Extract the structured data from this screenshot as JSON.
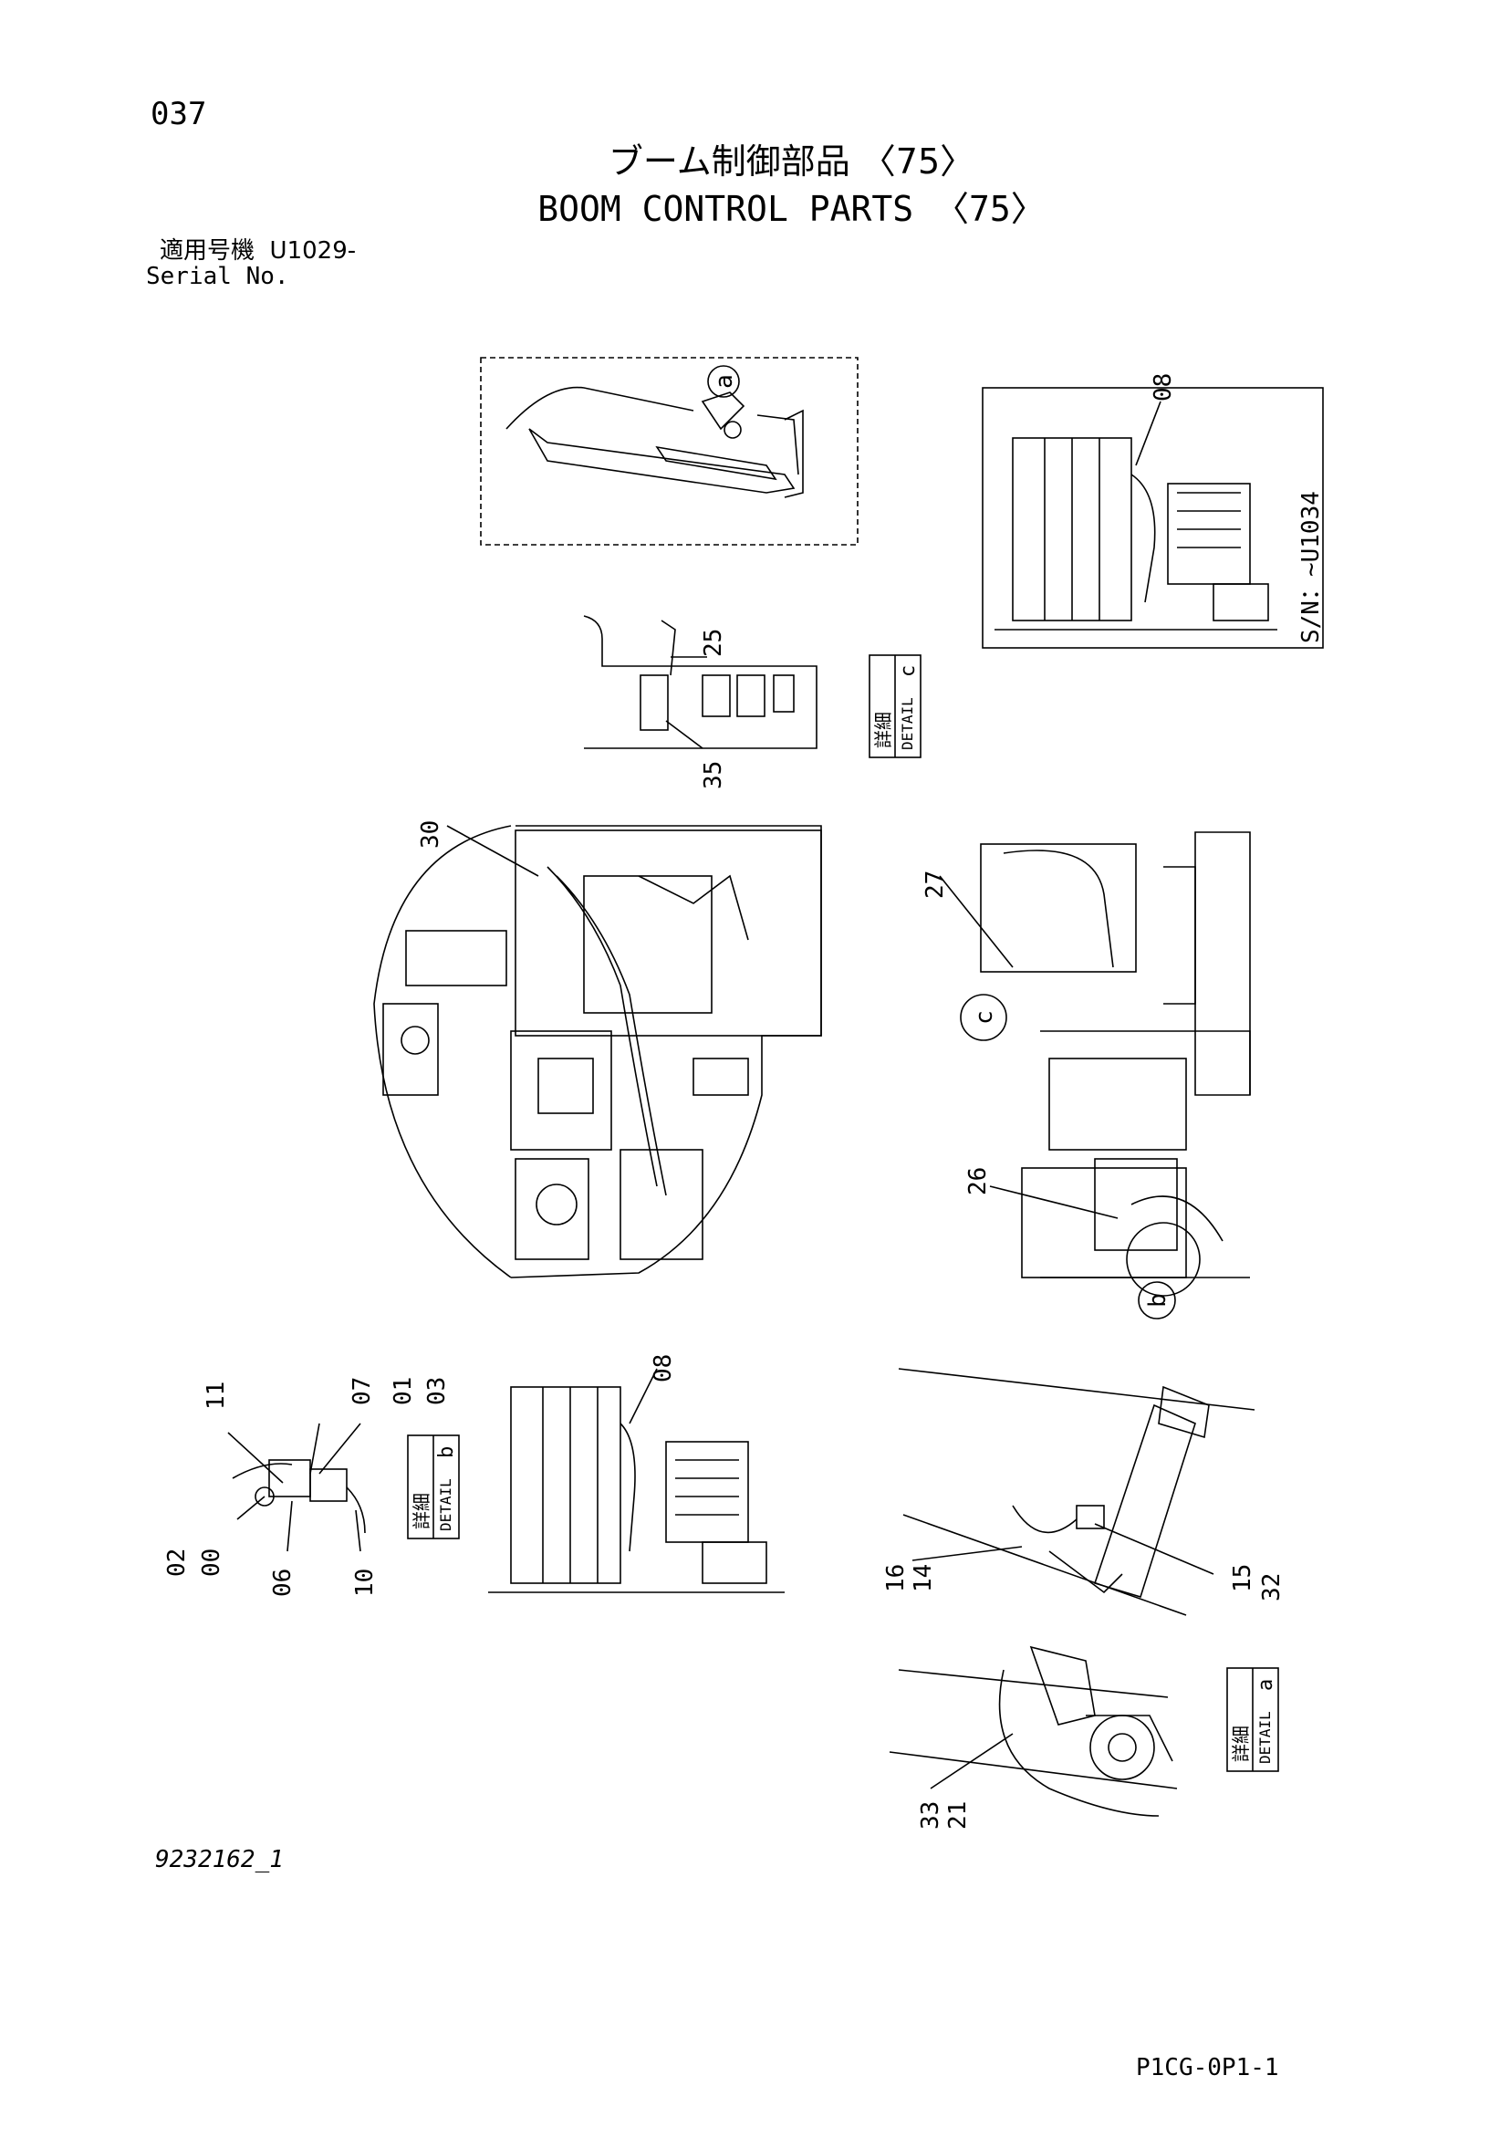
{
  "header": {
    "page_number": "037",
    "title_jp": "ブーム制御部品 〈75〉",
    "title_en": "BOOM CONTROL PARTS 〈75〉",
    "serial_label_jp": "適用号機",
    "serial_value": "U1029-",
    "serial_label_en": "Serial No."
  },
  "callouts": {
    "detail_a": {
      "marker": "a",
      "parts": [
        "33",
        "21"
      ],
      "label_jp": "詳細",
      "label_en": "DETAIL",
      "letter": "a"
    },
    "detail_b": {
      "label_jp": "詳細",
      "label_en": "DETAIL",
      "letter": "b",
      "parts": [
        "11",
        "07",
        "01",
        "03",
        "02",
        "00",
        "06",
        "10"
      ]
    },
    "detail_c": {
      "label_jp": "詳細",
      "label_en": "DETAIL",
      "letter": "c",
      "parts": [
        "25",
        "35"
      ]
    },
    "inset_top_right": {
      "part": "08",
      "serial_note": "S/N：~U1034"
    },
    "main_left": {
      "part": "30"
    },
    "main_right": {
      "parts": [
        "27",
        "26"
      ],
      "markers": [
        "c",
        "b"
      ]
    },
    "lower_middle": {
      "part": "08"
    },
    "lower_right": {
      "parts": [
        "16",
        "14",
        "15",
        "32"
      ]
    }
  },
  "footer": {
    "drawing_number": "9232162_1",
    "page_code": "P1CG-0P1-1"
  }
}
